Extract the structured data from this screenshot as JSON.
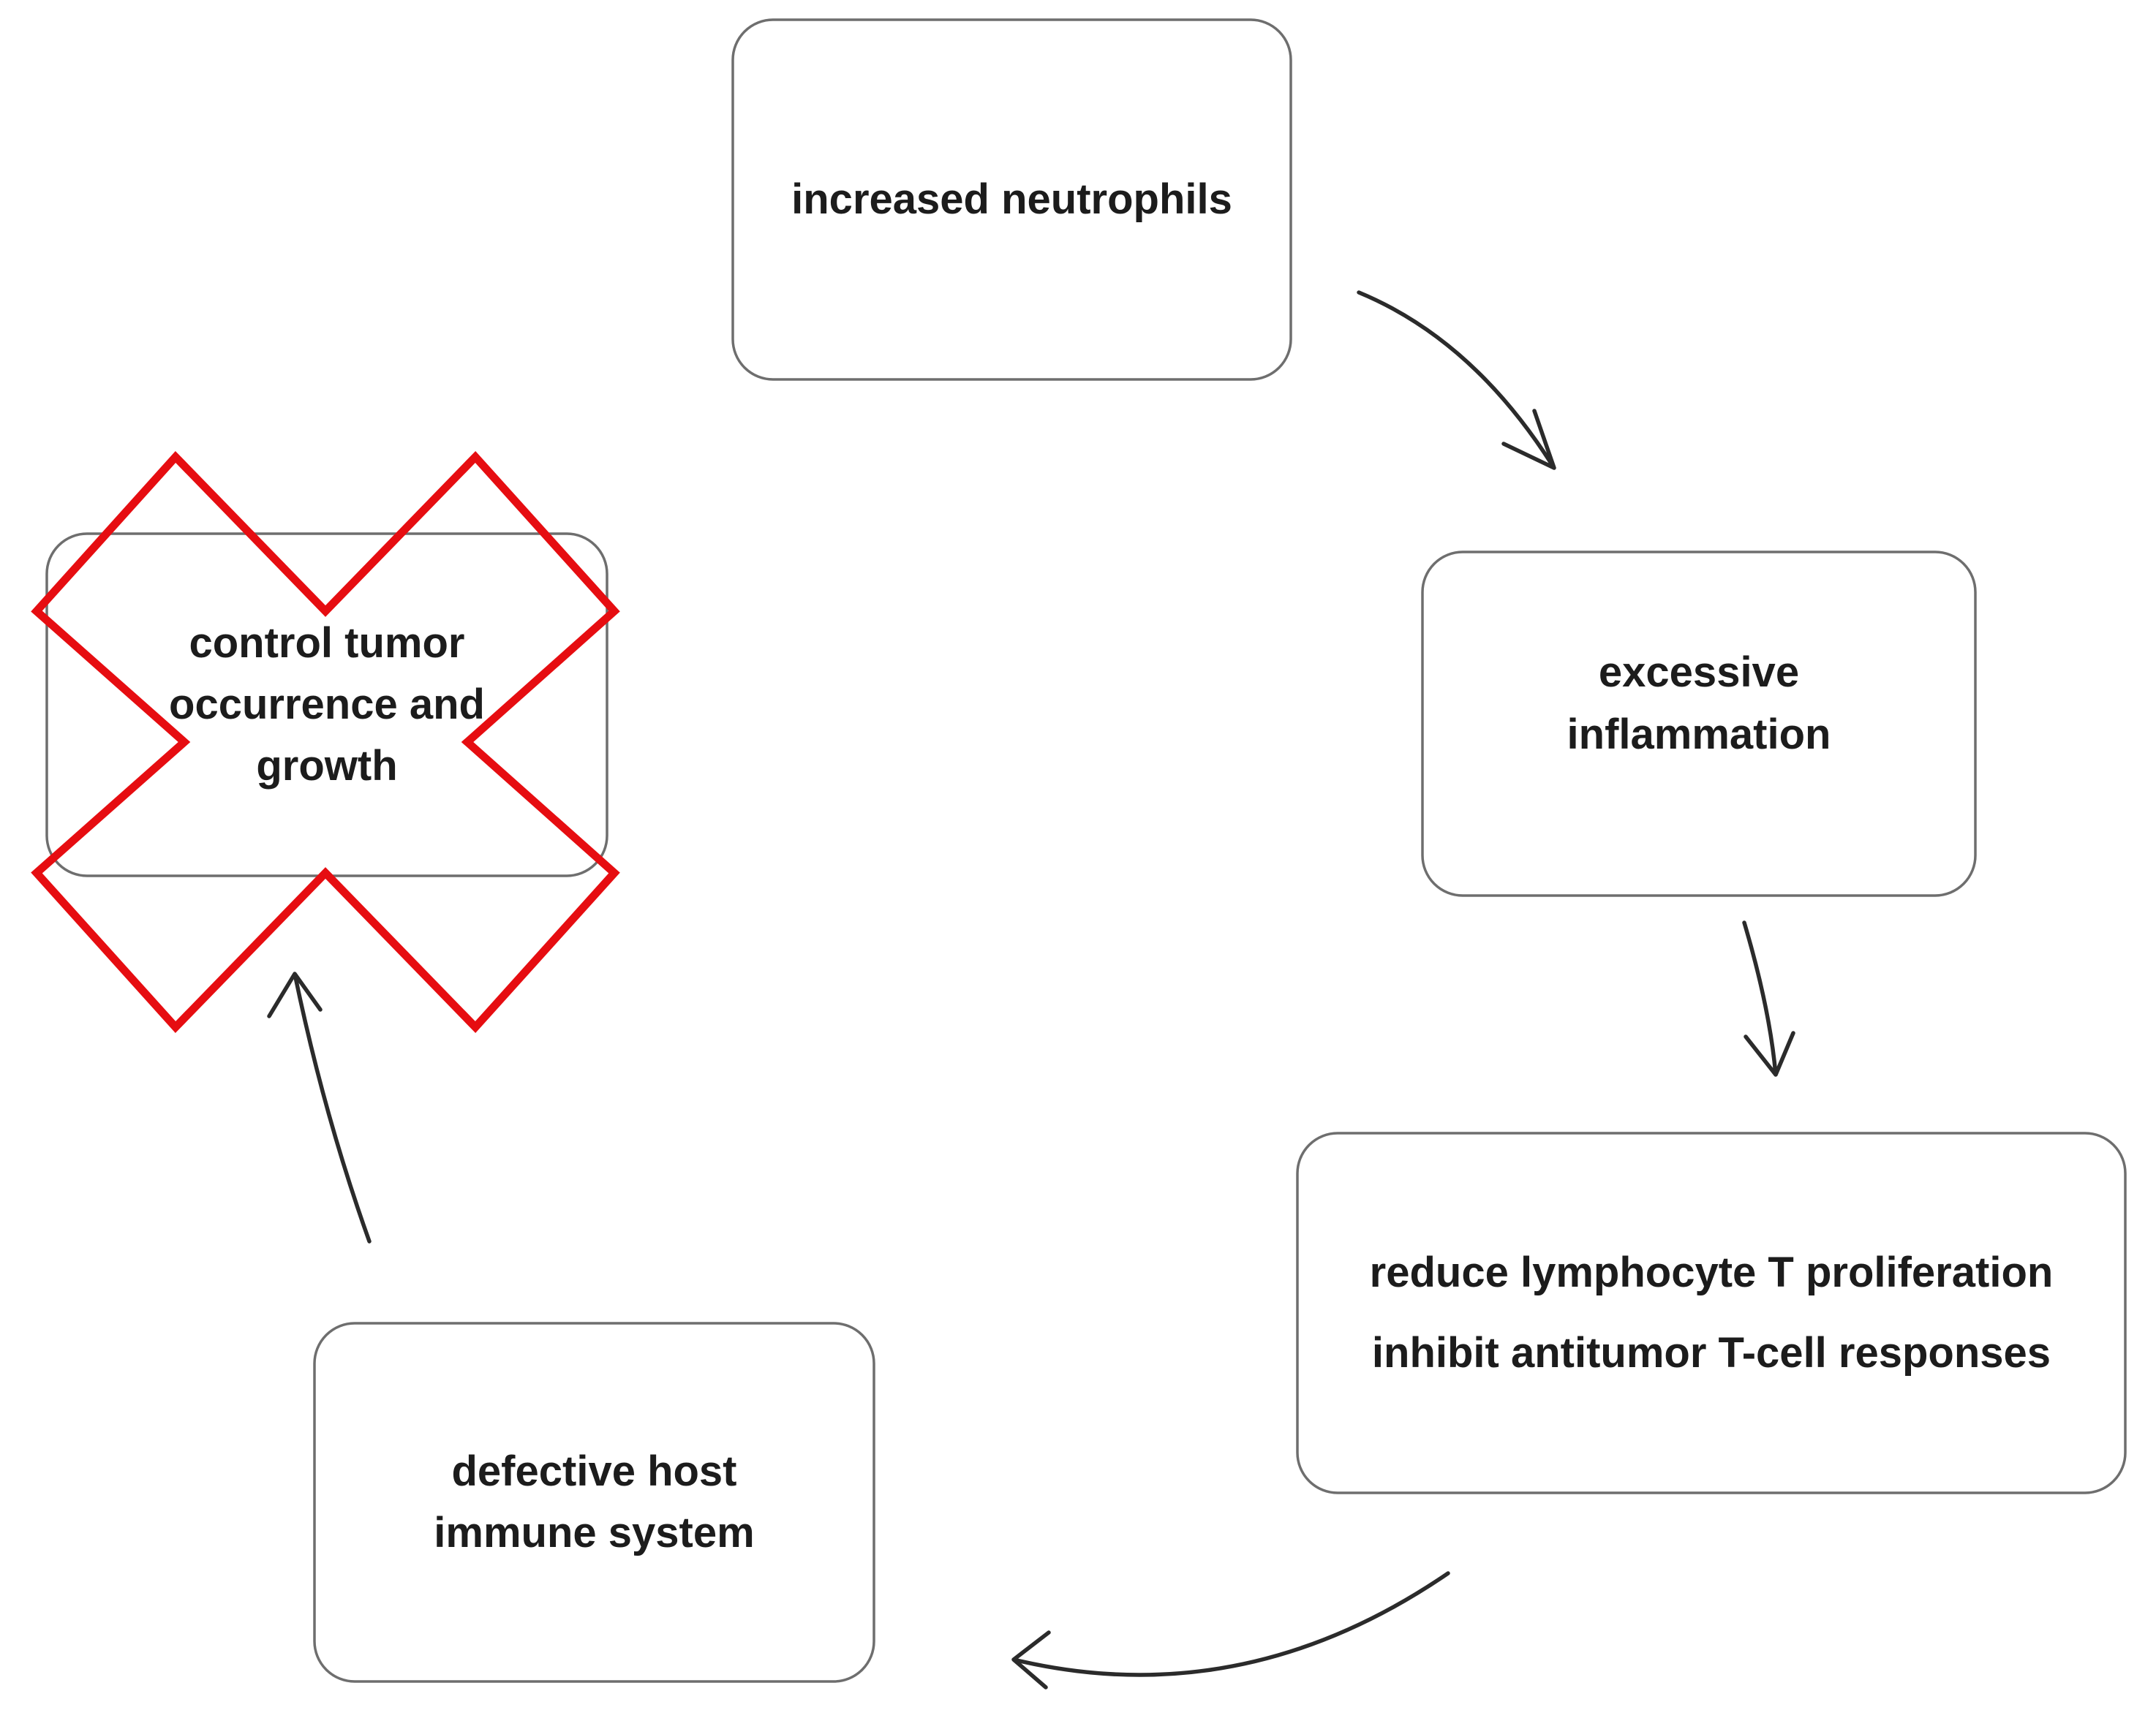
{
  "diagram": {
    "nodes": {
      "increased_neutrophils": {
        "label": "increased neutrophils"
      },
      "excessive_inflammation": {
        "label": "excessive\ninflammation"
      },
      "reduce_lymphocyte": {
        "label": "reduce lymphocyte T proliferation\ninhibit antitumor T-cell responses"
      },
      "defective_host": {
        "label": "defective host\nimmune system"
      },
      "control_tumor": {
        "label": "control tumor\noccurrence and\ngrowth",
        "crossed_out": true
      }
    },
    "edges": [
      {
        "from": "increased_neutrophils",
        "to": "excessive_inflammation"
      },
      {
        "from": "excessive_inflammation",
        "to": "reduce_lymphocyte"
      },
      {
        "from": "reduce_lymphocyte",
        "to": "defective_host"
      },
      {
        "from": "defective_host",
        "to": "control_tumor"
      }
    ],
    "colors": {
      "background": "#ffffff",
      "box_fill": "#ffffff",
      "box_border": "#6e6e6e",
      "text": "#1c1c1c",
      "arrow": "#2b2b2b",
      "cross": "#e60d11"
    }
  }
}
